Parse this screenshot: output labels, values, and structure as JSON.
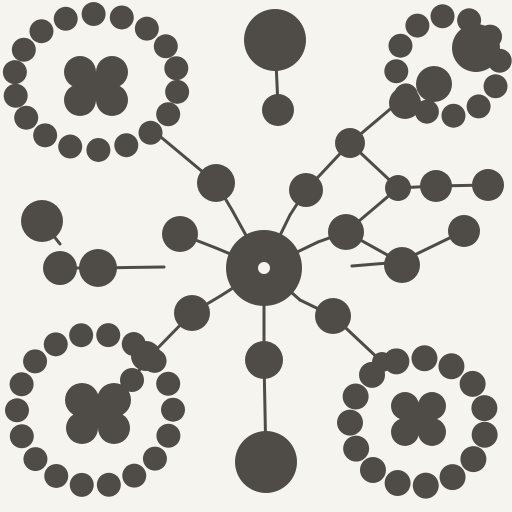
{
  "colors": {
    "background": "#f5f4ef",
    "ink": "#4f4b47"
  },
  "icons": [
    "molecular-network-graphic",
    "central-hub-node",
    "connector-bead",
    "dotted-ring-cluster"
  ]
}
